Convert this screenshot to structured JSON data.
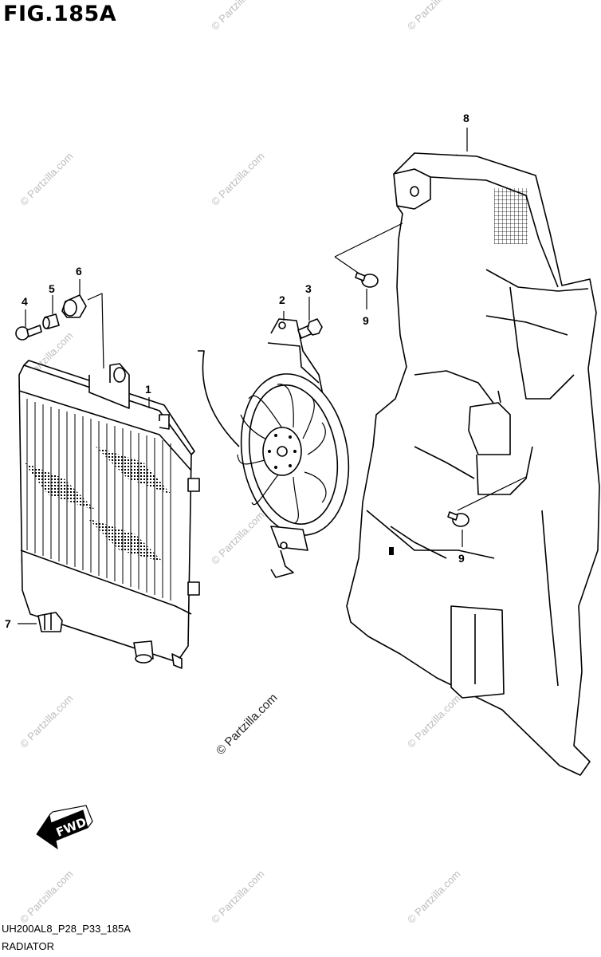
{
  "figure": {
    "title": "FIG.185A",
    "drawing_code": "UH200AL8_P28_P33_185A",
    "section_name": "RADIATOR"
  },
  "watermark": {
    "text": "© Partzilla.com",
    "center_text": "© Partzilla.com"
  },
  "callouts": {
    "c1": "1",
    "c2": "2",
    "c3": "3",
    "c4": "4",
    "c5": "5",
    "c6": "6",
    "c7": "7",
    "c8": "8",
    "c9a": "9",
    "c9b": "9"
  },
  "direction_arrow": {
    "label": "FWD"
  }
}
